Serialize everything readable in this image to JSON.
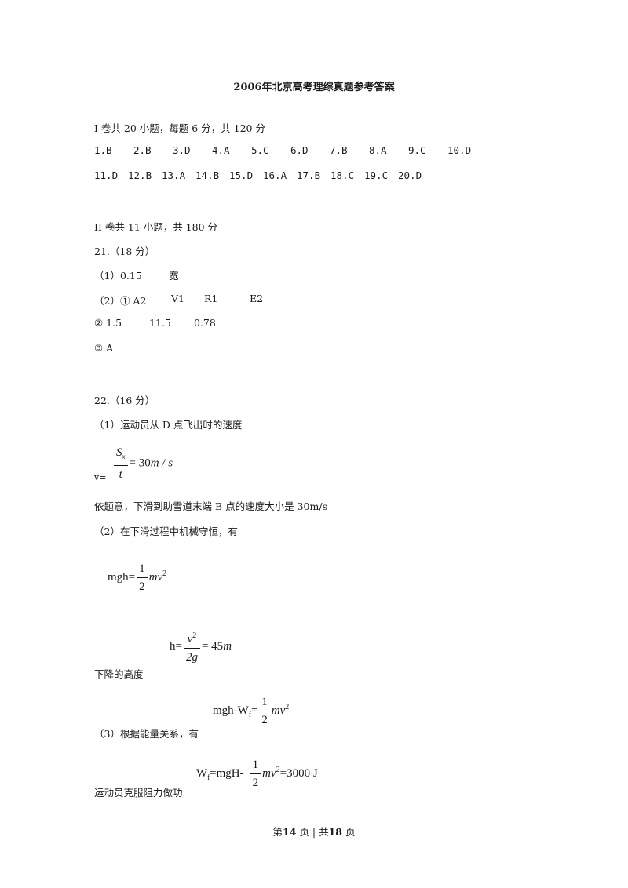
{
  "title": "2006年北京高考理综真题参考答案",
  "part1": {
    "header": "I 卷共 20 小题，每题 6 分，共 120 分",
    "answers": [
      "1.B",
      "2.B",
      "3.D",
      "4.A",
      "5.C",
      "6.D",
      "7.B",
      "8.A",
      "9.C",
      "10.D",
      "11.D",
      "12.B",
      "13.A",
      "14.B",
      "15.D",
      "16.A",
      "17.B",
      "18.C",
      "19.C",
      "20.D"
    ]
  },
  "part2": {
    "header": "II 卷共 11 小题，共 180 分",
    "q21": {
      "head": "21.（18 分）",
      "l1_label": "（1）0.15",
      "l1_word": "宽",
      "l2_label": "（2）① A2",
      "l2_v1": "V1",
      "l2_r1": "R1",
      "l2_e2": "E2",
      "l3_a": "② 1.5",
      "l3_b": "11.5",
      "l3_c": "0.78",
      "l4": "③ A"
    },
    "q22": {
      "head": "22.（16 分）",
      "s1": "（1）运动员从 D 点飞出时的速度",
      "eq1_prefix": "v=",
      "eq1_num": "S",
      "eq1_num_sub": "x",
      "eq1_den": "t",
      "eq1_rhs": "= 30",
      "eq1_unit": "m / s",
      "s2": "依题意，下滑到助雪道末端 B 点的速度大小是 30m/s",
      "s3": "（2）在下滑过程中机械守恒，有",
      "eq2_lhs": "mgh=",
      "eq2_num": "1",
      "eq2_den": "2",
      "eq2_rhs": "mv",
      "eq3_lhs": "h=",
      "eq3_num": "v",
      "eq3_den": "2g",
      "eq3_rhs": "= 45",
      "eq3_unit": "m",
      "s4": "下降的高度",
      "eq4_lhs": "mgh-W",
      "eq4_sub": "f",
      "eq4_eq": "=",
      "eq4_num": "1",
      "eq4_den": "2",
      "eq4_rhs": "mv",
      "s5": "（3）根据能量关系，有",
      "eq5_lhs": "W",
      "eq5_sub": "f",
      "eq5_mid": "=mgH-",
      "eq5_num": "1",
      "eq5_den": "2",
      "eq5_rhs": "mv",
      "eq5_result": "=3000 J",
      "s6": "运动员克服阻力做功"
    }
  },
  "footer": {
    "prefix": "第",
    "page": "14",
    "mid": "页 | 共",
    "total": "18",
    "suffix": "页"
  }
}
